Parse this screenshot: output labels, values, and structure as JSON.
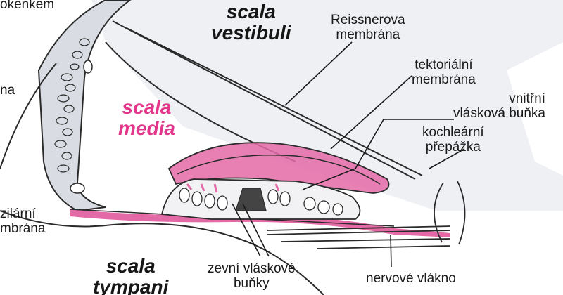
{
  "labels": {
    "top_left_cut": "okenkem",
    "left_cut": "na",
    "scala_vestibuli": [
      "scala",
      "vestibuli"
    ],
    "scala_media": [
      "scala",
      "media"
    ],
    "scala_tympani": [
      "scala",
      "tympani"
    ],
    "reissner": [
      "Reissnerova",
      "membrána"
    ],
    "tectorial": [
      "tektoriální",
      "membrána"
    ],
    "inner_hair_cell": [
      "vnitřní",
      "vlásková buňka"
    ],
    "cochlear_septum": [
      "kochleární",
      "přepážka"
    ],
    "basilar": [
      "zilární",
      "mbrána"
    ],
    "outer_hair_cells": [
      "zevní vláskové",
      "buňky"
    ],
    "nerve_fiber": "nervové vlákno"
  },
  "colors": {
    "pink": "#e2368a",
    "membrane": "#e46aa7",
    "background": "#ffffff",
    "line": "#2a2a2a",
    "bone_fill": "#dde0e6"
  }
}
